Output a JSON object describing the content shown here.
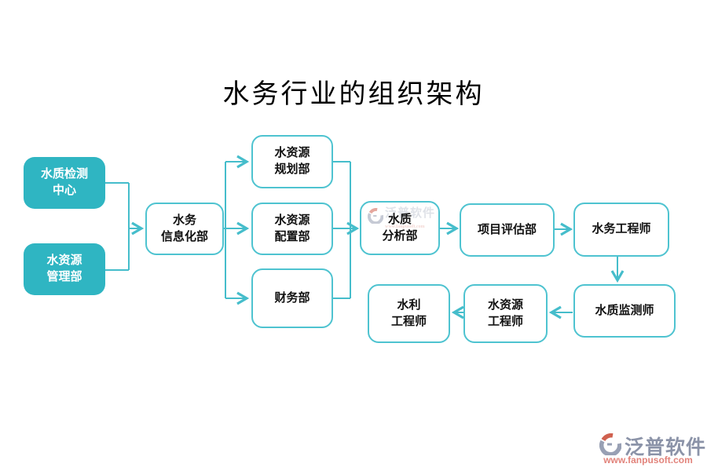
{
  "title": "水务行业的组织架构",
  "nodes": [
    {
      "id": "water-quality-testing-center",
      "label": "水质检测\n中心",
      "type": "filled"
    },
    {
      "id": "water-resources-management-dept",
      "label": "水资源\n管理部",
      "type": "filled"
    },
    {
      "id": "water-affairs-informatization-dept",
      "label": "水务\n信息化部",
      "type": "outline"
    },
    {
      "id": "water-resources-planning-dept",
      "label": "水资源\n规划部",
      "type": "outline"
    },
    {
      "id": "water-resources-allocation-dept",
      "label": "水资源\n配置部",
      "type": "outline"
    },
    {
      "id": "finance-dept",
      "label": "财务部",
      "type": "outline"
    },
    {
      "id": "water-quality-analysis-dept",
      "label": "水质\n分析部",
      "type": "outline"
    },
    {
      "id": "project-evaluation-dept",
      "label": "项目评估部",
      "type": "outline"
    },
    {
      "id": "water-affairs-engineer",
      "label": "水务工程师",
      "type": "outline"
    },
    {
      "id": "water-quality-monitor",
      "label": "水质监测师",
      "type": "outline"
    },
    {
      "id": "water-resources-engineer",
      "label": "水资源\n工程师",
      "type": "outline"
    },
    {
      "id": "water-conservancy-engineer",
      "label": "水利\n工程师",
      "type": "outline"
    }
  ],
  "watermark": {
    "logo_text": "泛普软件",
    "website": "www.fanpusoft.com"
  },
  "branding": {
    "logo_text": "泛普软件",
    "website": "www.fanpusoft.com"
  },
  "colors": {
    "teal_fill": "#2fb5c2",
    "teal_line": "#45bdcb",
    "box_border": "#4ec3d0",
    "brand_text": "#8b93a8",
    "brand_url": "#e2837b",
    "logo_red": "#d0614f",
    "logo_gray": "#98a0b4"
  }
}
